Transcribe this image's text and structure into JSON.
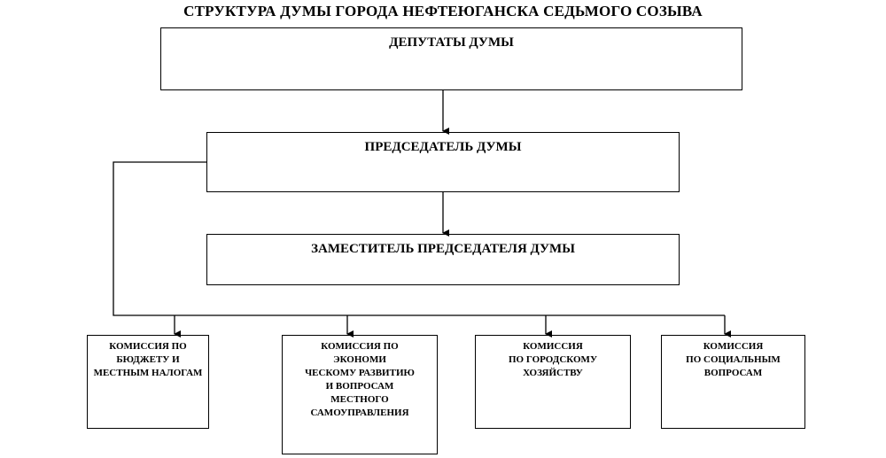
{
  "title": "СТРУКТУРА ДУМЫ ГОРОДА НЕФТЕЮГАНСКА СЕДЬМОГО СОЗЫВА",
  "boxes": {
    "deputies": "ДЕПУТАТЫ ДУМЫ",
    "chair": "ПРЕДСЕДАТЕЛЬ ДУМЫ",
    "deputy_chair": "ЗАМЕСТИТЕЛЬ ПРЕДСЕДАТЕЛЯ ДУМЫ"
  },
  "commissions": [
    {
      "lines": [
        "КОМИССИЯ ПО",
        "БЮДЖЕТУ И",
        "МЕСТНЫМ НАЛОГАМ"
      ]
    },
    {
      "lines": [
        "КОМИССИЯ ПО",
        "ЭКОНОМИ",
        "ЧЕСКОМУ РАЗВИТИЮ",
        "И ВОПРОСАМ",
        "МЕСТНОГО",
        "САМОУПРАВЛЕНИЯ"
      ]
    },
    {
      "lines": [
        "КОМИССИЯ",
        "ПО ГОРОДСКОМУ",
        "ХОЗЯЙСТВУ"
      ]
    },
    {
      "lines": [
        "КОМИССИЯ",
        "ПО СОЦИАЛЬНЫМ",
        "ВОПРОСАМ"
      ]
    }
  ]
}
